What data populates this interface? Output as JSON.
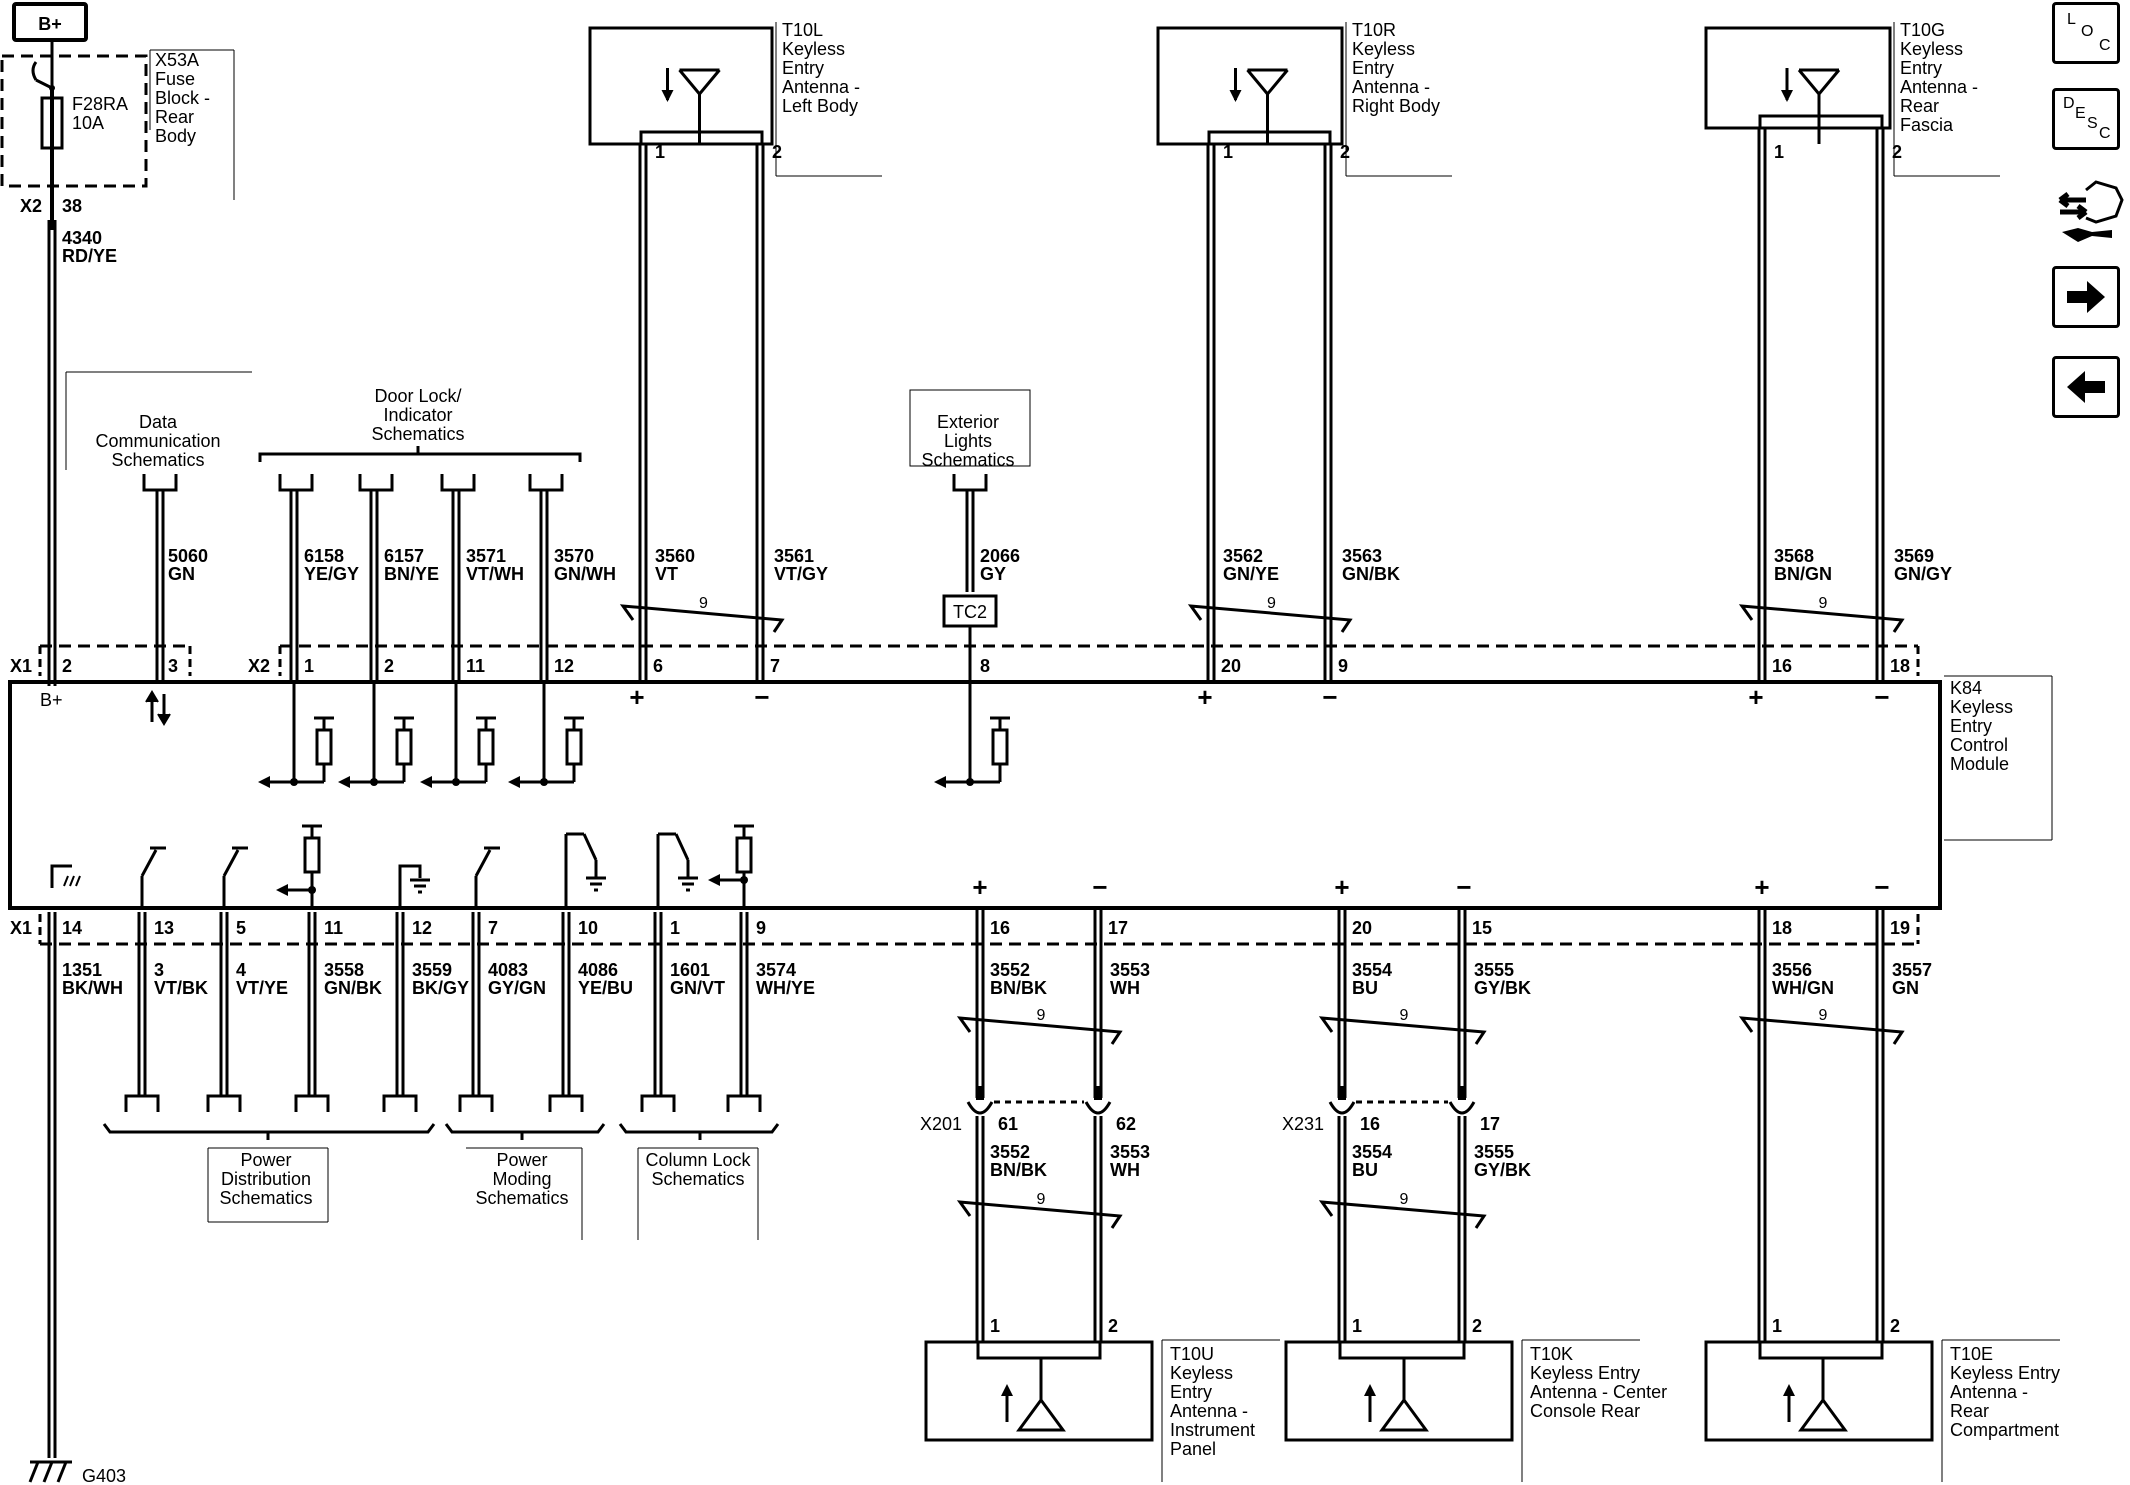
{
  "power": {
    "label": "B+"
  },
  "fuse_block": {
    "name": [
      "X53A",
      "Fuse",
      "Block -",
      "Rear",
      "Body"
    ],
    "fuse": [
      "F28RA",
      "10A"
    ],
    "conn": "X2",
    "pin": "38"
  },
  "feed_wire": {
    "number": "4340",
    "color": "RD/YE"
  },
  "ground": {
    "label": "G403"
  },
  "module": {
    "name": [
      "K84",
      "Keyless",
      "Entry",
      "Control",
      "Module"
    ],
    "bplus": "B+",
    "conn_top_x1": "X1",
    "conn_top_x2": "X2",
    "conn_bottom_x1": "X1"
  },
  "twist_label": "9",
  "tc2": "TC2",
  "antennas_top": [
    {
      "name": [
        "T10L",
        "Keyless",
        "Entry",
        "Antenna -",
        "Left Body"
      ],
      "pin1": "1",
      "pin2": "2",
      "w1n": "3560",
      "w1c": "VT",
      "w2n": "3561",
      "w2c": "VT/GY",
      "mp1": "6",
      "mp2": "7"
    },
    {
      "name": [
        "T10R",
        "Keyless",
        "Entry",
        "Antenna -",
        "Right Body"
      ],
      "pin1": "1",
      "pin2": "2",
      "w1n": "3562",
      "w1c": "GN/YE",
      "w2n": "3563",
      "w2c": "GN/BK",
      "mp1": "20",
      "mp2": "9"
    },
    {
      "name": [
        "T10G",
        "Keyless",
        "Entry",
        "Antenna -",
        "Rear",
        "Fascia"
      ],
      "pin1": "1",
      "pin2": "2",
      "w1n": "3568",
      "w1c": "BN/GN",
      "w2n": "3569",
      "w2c": "GN/GY",
      "mp1": "16",
      "mp2": "18"
    }
  ],
  "antennas_bottom": [
    {
      "name": [
        "T10U",
        "Keyless",
        "Entry",
        "Antenna -",
        "Instrument",
        "Panel"
      ],
      "pin1": "1",
      "pin2": "2",
      "w1n": "3552",
      "w1c": "BN/BK",
      "w2n": "3553",
      "w2c": "WH",
      "mp1": "16",
      "mp2": "17",
      "inline": "X201",
      "ip1": "61",
      "ip2": "62"
    },
    {
      "name": [
        "T10K",
        "Keyless Entry",
        "Antenna - Center",
        "Console Rear"
      ],
      "pin1": "1",
      "pin2": "2",
      "w1n": "3554",
      "w1c": "BU",
      "w2n": "3555",
      "w2c": "GY/BK",
      "mp1": "20",
      "mp2": "15",
      "inline": "X231",
      "ip1": "16",
      "ip2": "17"
    },
    {
      "name": [
        "T10E",
        "Keyless Entry",
        "Antenna -",
        "Rear",
        "Compartment"
      ],
      "pin1": "1",
      "pin2": "2",
      "w1n": "3556",
      "w1c": "WH/GN",
      "w2n": "3557",
      "w2c": "GN",
      "mp1": "18",
      "mp2": "19"
    }
  ],
  "top_connections": {
    "data_comm": {
      "label": [
        "Data",
        "Communication",
        "Schematics"
      ],
      "wire_n": "5060",
      "wire_c": "GN",
      "pin": "3"
    },
    "bplus_pin": "2",
    "door_lock": {
      "label": [
        "Door Lock/",
        "Indicator",
        "Schematics"
      ],
      "wires": [
        {
          "n": "6158",
          "c": "YE/GY",
          "pin": "1"
        },
        {
          "n": "6157",
          "c": "BN/YE",
          "pin": "2"
        },
        {
          "n": "3571",
          "c": "VT/WH",
          "pin": "11"
        },
        {
          "n": "3570",
          "c": "GN/WH",
          "pin": "12"
        }
      ]
    },
    "ext_lights": {
      "label": [
        "Exterior",
        "Lights",
        "Schematics"
      ],
      "wire_n": "2066",
      "wire_c": "GY",
      "pin": "8"
    }
  },
  "bottom_connections": {
    "ground_wire": {
      "pin": "14",
      "n": "1351",
      "c": "BK/WH"
    },
    "power_dist": {
      "label": [
        "Power",
        "Distribution",
        "Schematics"
      ],
      "wires": [
        {
          "pin": "13",
          "n": "3",
          "c": "VT/BK"
        },
        {
          "pin": "5",
          "n": "4",
          "c": "VT/YE"
        },
        {
          "pin": "11",
          "n": "3558",
          "c": "GN/BK"
        },
        {
          "pin": "12",
          "n": "3559",
          "c": "BK/GY"
        }
      ]
    },
    "power_moding": {
      "label": [
        "Power",
        "Moding",
        "Schematics"
      ],
      "wires": [
        {
          "pin": "7",
          "n": "4083",
          "c": "GY/GN"
        },
        {
          "pin": "10",
          "n": "4086",
          "c": "YE/BU"
        }
      ]
    },
    "column_lock": {
      "label": [
        "Column Lock",
        "Schematics"
      ],
      "wires": [
        {
          "pin": "1",
          "n": "1601",
          "c": "GN/VT"
        },
        {
          "pin": "9",
          "n": "3574",
          "c": "WH/YE"
        }
      ]
    }
  },
  "nav": {
    "loc": [
      "L",
      "O",
      "C"
    ],
    "desc": [
      "D",
      "E",
      "S",
      "C"
    ]
  }
}
